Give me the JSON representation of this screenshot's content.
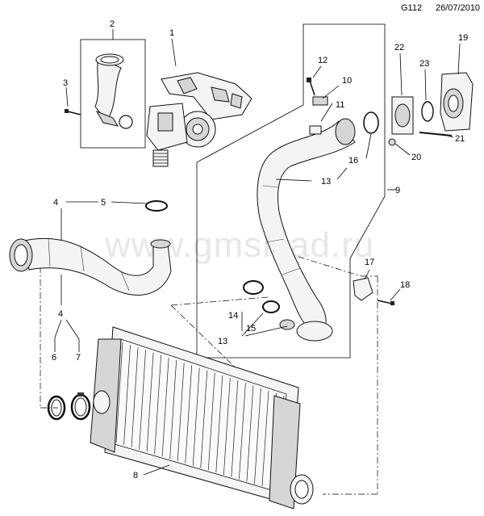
{
  "header": {
    "code": "G112",
    "date": "26/07/2010"
  },
  "watermark": "www.gmsklad.ru",
  "callouts": {
    "c1": "1",
    "c2": "2",
    "c3": "3",
    "c4a": "4",
    "c4b": "4",
    "c5": "5",
    "c6": "6",
    "c7": "7",
    "c8": "8",
    "c9": "9",
    "c10": "10",
    "c11": "11",
    "c12": "12",
    "c13a": "13",
    "c13b": "13",
    "c14": "14",
    "c15": "15",
    "c16": "16",
    "c17": "17",
    "c18": "18",
    "c19": "19",
    "c20": "20",
    "c21": "21",
    "c22": "22",
    "c23": "23"
  }
}
